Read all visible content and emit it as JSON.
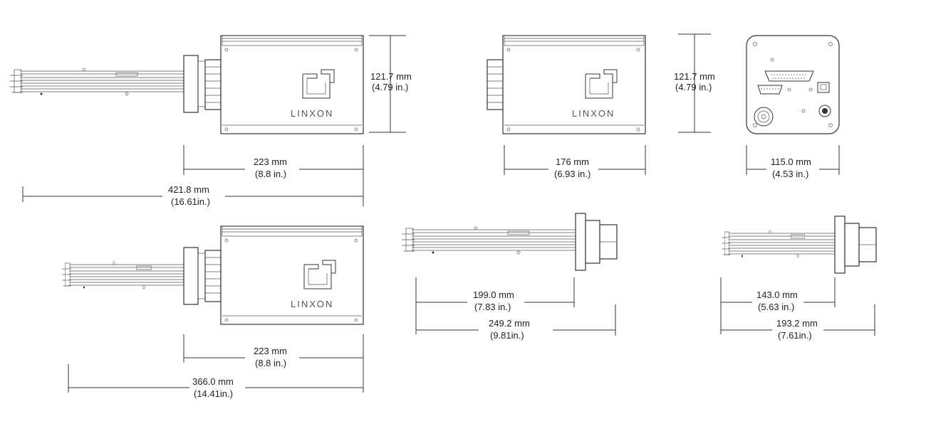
{
  "brand": "LINXON",
  "dimensions": {
    "height_side": {
      "mm": "121.7 mm",
      "in": "(4.79 in.)"
    },
    "height_mid": {
      "mm": "121.7 mm",
      "in": "(4.79 in.)"
    },
    "top_body": {
      "mm": "223 mm",
      "in": "(8.8 in.)"
    },
    "top_total": {
      "mm": "421.8 mm",
      "in": "(16.61in.)"
    },
    "mid_body": {
      "mm": "176 mm",
      "in": "(6.93 in.)"
    },
    "front_width": {
      "mm": "115.0 mm",
      "in": "(4.53 in.)"
    },
    "bottom_body": {
      "mm": "223 mm",
      "in": "(8.8 in.)"
    },
    "bottom_total": {
      "mm": "366.0 mm",
      "in": "(14.41in.)"
    },
    "probe_a_short": {
      "mm": "199.0 mm",
      "in": "(7.83 in.)"
    },
    "probe_a_long": {
      "mm": "249.2 mm",
      "in": "(9.81in.)"
    },
    "probe_b_short": {
      "mm": "143.0 mm",
      "in": "(5.63 in.)"
    },
    "probe_b_long": {
      "mm": "193.2 mm",
      "in": "(7.61in.)"
    }
  }
}
